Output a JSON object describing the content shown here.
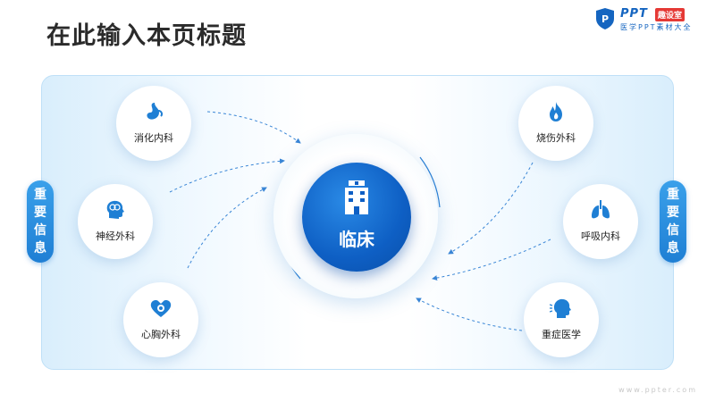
{
  "page": {
    "title": "在此输入本页标题"
  },
  "brand": {
    "name": "PPT",
    "tag": "趣设室",
    "subtitle": "医学PPT素材大全"
  },
  "side_tabs": {
    "left": [
      "重",
      "要",
      "信",
      "息"
    ],
    "right": [
      "重",
      "要",
      "信",
      "息"
    ]
  },
  "hub": {
    "label": "临床",
    "icon": "hospital-building-icon"
  },
  "departments": {
    "digestive": {
      "label": "消化内科",
      "icon": "stomach-icon"
    },
    "neurology": {
      "label": "神经外科",
      "icon": "brain-head-icon"
    },
    "cardiothoracic": {
      "label": "心胸外科",
      "icon": "heart-icon"
    },
    "burns": {
      "label": "烧伤外科",
      "icon": "flame-icon"
    },
    "respiratory": {
      "label": "呼吸内科",
      "icon": "lungs-icon"
    },
    "critical_care": {
      "label": "重症医学",
      "icon": "head-profile-icon"
    }
  },
  "colors": {
    "accent": "#1f7fd4",
    "hub_dark": "#0e5fc4",
    "panel_light": "#d9eefc",
    "brand_red": "#e53935"
  },
  "footer": {
    "url": "www.ppter.com"
  }
}
